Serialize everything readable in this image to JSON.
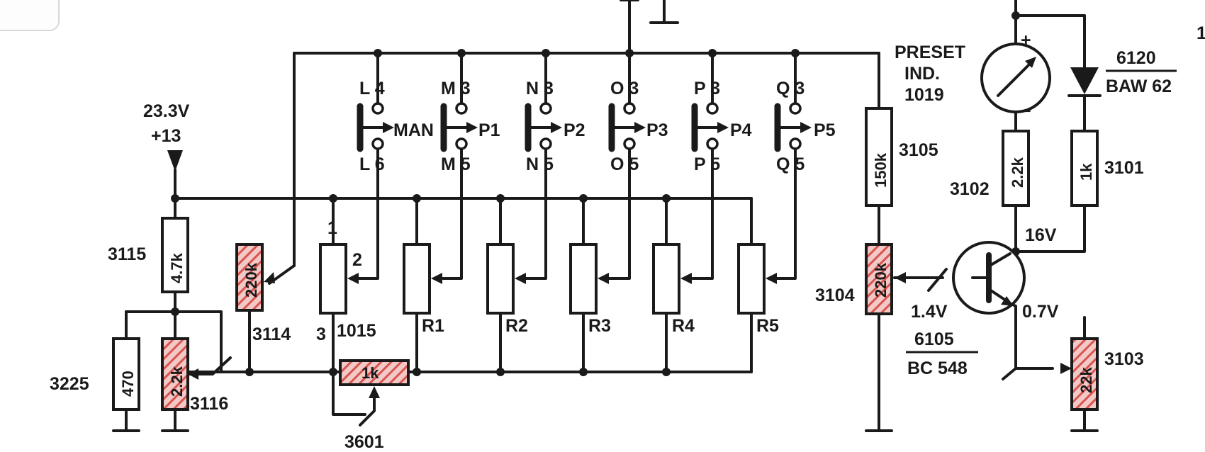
{
  "supply": {
    "voltage": "23.3V",
    "node": "+13"
  },
  "switches": [
    {
      "top": "L 4",
      "bottom": "L 6",
      "label": "MAN"
    },
    {
      "top": "M 3",
      "bottom": "M 5",
      "label": "P1"
    },
    {
      "top": "N 3",
      "bottom": "N 5",
      "label": "P2"
    },
    {
      "top": "O 3",
      "bottom": "O 5",
      "label": "P3"
    },
    {
      "top": "P 3",
      "bottom": "P 5",
      "label": "P4"
    },
    {
      "top": "Q 3",
      "bottom": "Q 5",
      "label": "P5"
    }
  ],
  "resistors": {
    "r3115": {
      "ref": "3115",
      "value": "4.7k"
    },
    "r3225": {
      "ref": "3225",
      "value": "470"
    },
    "r3116": {
      "ref": "3116",
      "value": "2.2k"
    },
    "r3114": {
      "ref": "3114",
      "value": "220k"
    },
    "p1015": {
      "ref": "1015",
      "pin1": "1",
      "pin2": "2",
      "pin3": "3"
    },
    "r3601": {
      "ref": "3601",
      "value": "1k"
    },
    "r3105": {
      "ref": "3105",
      "value": "150k"
    },
    "r3104": {
      "ref": "3104",
      "value": "220k"
    },
    "r3102": {
      "ref": "3102",
      "value": "2.2k"
    },
    "r3101": {
      "ref": "3101",
      "value": "1k"
    },
    "r3103": {
      "ref": "3103",
      "value": "22k"
    }
  },
  "presets": [
    "R1",
    "R2",
    "R3",
    "R4",
    "R5"
  ],
  "meter": {
    "line1": "PRESET",
    "line2": "IND.",
    "line3": "1019",
    "plus": "+",
    "minus": "−"
  },
  "diode": {
    "ref": "6120",
    "type": "BAW 62"
  },
  "transistor": {
    "ref": "6105",
    "type": "BC 548"
  },
  "voltages": {
    "collector": "16V",
    "base": "1.4V",
    "emitter": "0.7V"
  },
  "edge_mark": "1",
  "colors": {
    "ink": "#1a1a1a",
    "highlight": "#d9534f"
  }
}
